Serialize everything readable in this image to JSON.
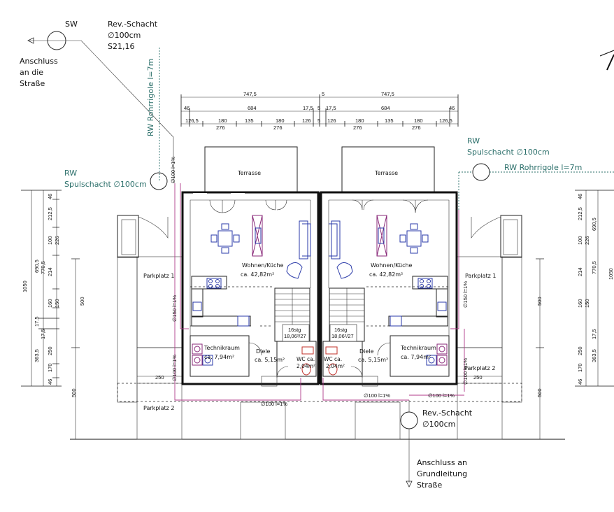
{
  "labels": {
    "sw": "SW",
    "rev_top_1": "Rev.-Schacht",
    "rev_top_2": "∅100cm",
    "rev_top_3": "S21,16",
    "anschluss_1": "Anschluss",
    "anschluss_2": "an die",
    "anschluss_3": "Straße",
    "rw_rohr_left": "RW Rohrrigole l=7m",
    "rw_left_1": "RW",
    "rw_left_2": "Spulschacht ∅100cm",
    "rw_right_1": "RW",
    "rw_right_2": "Spulschacht ∅100cm",
    "rw_rohr_right": "RW Rohrrigole l=7m",
    "rev_bottom_1": "Rev.-Schacht",
    "rev_bottom_2": "∅100cm",
    "anschluss_b_1": "Anschluss an",
    "anschluss_b_2": "Grundleitung",
    "anschluss_b_3": "Straße",
    "terrasse": "Terrasse",
    "wohnen": "Wohnen/Küche",
    "wohnen_area": "ca. 42,82m²",
    "parkplatz1": "Parkplatz 1",
    "parkplatz2": "Parkplatz 2",
    "technik": "Technikraum",
    "technik_area": "ca. 7,94m²",
    "diele": "Diele",
    "diele_area": "ca. 5,15m²",
    "wc": "WC ca.",
    "wc_area": "2,04m²",
    "stair_1": "16stg",
    "stair_2": "18,06²/27",
    "pipe_bottom": "∅100 l=1%",
    "pipe_vert_150": "∅150 l=1%",
    "pipe_vert_100": "∅100 l=1%",
    "dim_250": "250"
  },
  "dims": {
    "row1": [
      "747,5",
      "5",
      "747,5"
    ],
    "row2": [
      "46",
      "684",
      "17,5",
      "5",
      "17,5",
      "684",
      "46"
    ],
    "row3_top": [
      "126,5",
      "180",
      "135",
      "180",
      "126",
      "5",
      "126",
      "180",
      "135",
      "180",
      "126,5"
    ],
    "row3_bottom": [
      "276",
      "276",
      "276",
      "276"
    ],
    "left_outer": "1050",
    "left_mid": [
      "690,5",
      "17,5",
      "363,5"
    ],
    "left_inner": [
      "46",
      "212,5",
      "100",
      "226",
      "214",
      "160",
      "150",
      "250",
      "170",
      "46"
    ],
    "left_inner2": [
      "770,5",
      "17,5"
    ],
    "left_500": [
      "500",
      "500"
    ],
    "right_500": [
      "500",
      "500"
    ]
  }
}
